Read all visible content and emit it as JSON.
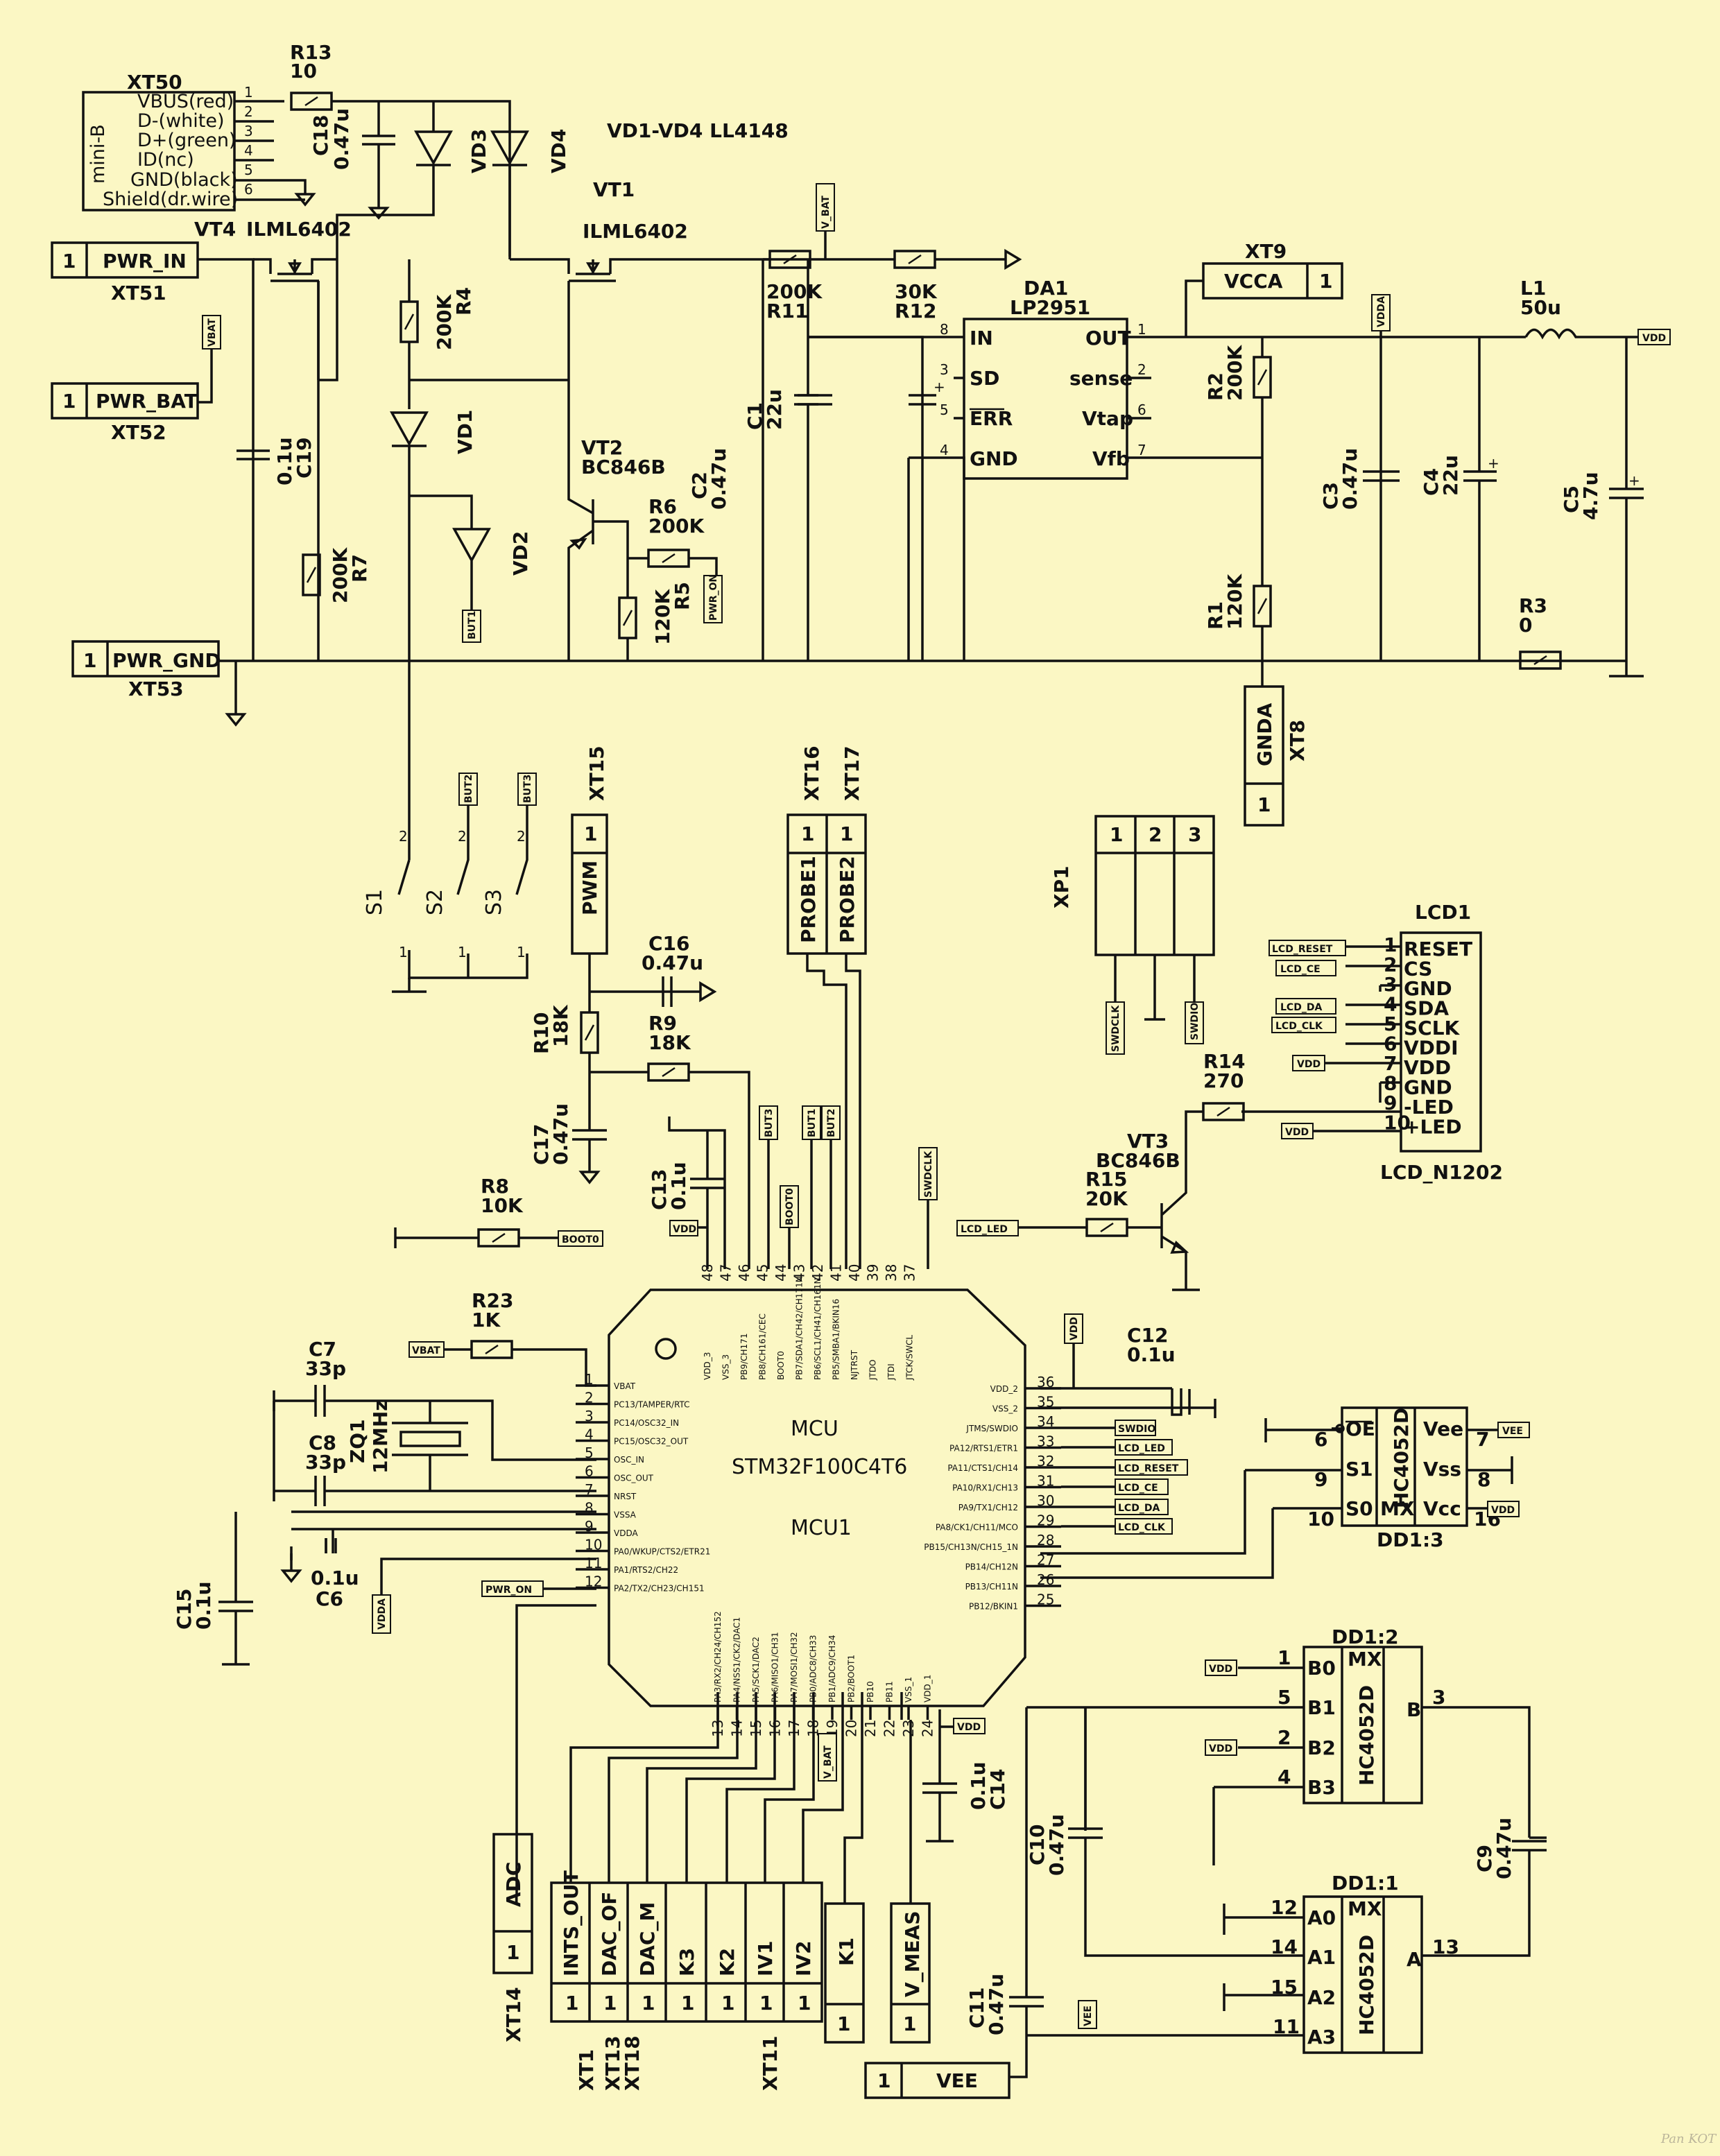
{
  "connectors": {
    "xt50": {
      "ref": "XT50",
      "type": "mini-B",
      "pins": [
        "VBUS(red)",
        "D-(white)",
        "D+(green)",
        "ID(nc)",
        "GND(black)",
        "Shield(dr.wire)"
      ],
      "nums": [
        "1",
        "2",
        "3",
        "4",
        "5",
        "6"
      ]
    },
    "xt51": {
      "ref": "XT51",
      "pin": "1",
      "label": "PWR_IN"
    },
    "xt52": {
      "ref": "XT52",
      "pin": "1",
      "label": "PWR_BAT"
    },
    "xt53": {
      "ref": "XT53",
      "pin": "1",
      "label": "PWR_GND"
    },
    "xt9": {
      "ref": "XT9",
      "pin": "1",
      "label": "VCCA"
    },
    "xt8": {
      "ref": "XT8",
      "pin": "1",
      "label": "GNDA"
    },
    "xt15": {
      "ref": "XT15",
      "pin": "1",
      "label": "PWM"
    },
    "xt16": {
      "ref": "XT16",
      "pin": "1",
      "label": "PROBE1"
    },
    "xt17": {
      "ref": "XT17",
      "pin": "1",
      "label": "PROBE2"
    },
    "xp1": {
      "ref": "XP1",
      "pins": [
        "1",
        "2",
        "3"
      ]
    },
    "xt14": {
      "ref": "XT14",
      "pin": "1",
      "label": "ADC"
    },
    "bottom": {
      "labels": [
        "INTS_OUT",
        "DAC_OF",
        "DAC_M",
        "K3",
        "K2",
        "IV1",
        "IV2"
      ],
      "pin": "1",
      "k1": "K1",
      "vmeas": "V_MEAS",
      "vee": "VEE",
      "refs_a": "XT1",
      "refs_b": "XT13",
      "refs_c": "XT18",
      "refs_d": "XT11"
    }
  },
  "note": "VD1-VD4 LL4148",
  "components": {
    "r13": {
      "ref": "R13",
      "val": "10"
    },
    "c18": {
      "ref": "C18",
      "val": "0.47u"
    },
    "vd3": {
      "ref": "VD3"
    },
    "vd4": {
      "ref": "VD4"
    },
    "vt1": {
      "ref": "VT1",
      "val": "ILML6402"
    },
    "vt4": {
      "ref": "VT4",
      "val": "ILML6402"
    },
    "r11": {
      "ref": "R11",
      "val": "200K"
    },
    "r12": {
      "ref": "R12",
      "val": "30K"
    },
    "r4": {
      "ref": "R4",
      "val": "200K"
    },
    "vd1": {
      "ref": "VD1"
    },
    "vd2": {
      "ref": "VD2"
    },
    "vt2": {
      "ref": "VT2",
      "val": "BC846B"
    },
    "r6": {
      "ref": "R6",
      "val": "200K"
    },
    "r5": {
      "ref": "R5",
      "val": "120K"
    },
    "r7": {
      "ref": "R7",
      "val": "200K"
    },
    "c19": {
      "ref": "C19",
      "val": "0.1u"
    },
    "c1": {
      "ref": "C1",
      "val": "22u"
    },
    "c2": {
      "ref": "C2",
      "val": "0.47u"
    },
    "da1": {
      "ref": "DA1",
      "val": "LP2951",
      "pins_l": [
        [
          "8",
          "IN"
        ],
        [
          "3",
          "SD"
        ],
        [
          "5",
          "ERR"
        ],
        [
          "4",
          "GND"
        ]
      ],
      "pins_r": [
        [
          "1",
          "OUT"
        ],
        [
          "2",
          "sense"
        ],
        [
          "6",
          "Vtap"
        ],
        [
          "7",
          "Vfb"
        ]
      ]
    },
    "r2": {
      "ref": "R2",
      "val": "200K"
    },
    "r1": {
      "ref": "R1",
      "val": "120K"
    },
    "c3": {
      "ref": "C3",
      "val": "0.47u"
    },
    "c4": {
      "ref": "C4",
      "val": "22u"
    },
    "l1": {
      "ref": "L1",
      "val": "50u"
    },
    "c5": {
      "ref": "C5",
      "val": "4.7u"
    },
    "r3": {
      "ref": "R3",
      "val": "0"
    },
    "s": {
      "s1": "S1",
      "s2": "S2",
      "s3": "S3"
    },
    "c16": {
      "ref": "C16",
      "val": "0.47u"
    },
    "r10": {
      "ref": "R10",
      "val": "18K"
    },
    "r9": {
      "ref": "R9",
      "val": "18K"
    },
    "c17": {
      "ref": "C17",
      "val": "0.47u"
    },
    "c13": {
      "ref": "C13",
      "val": "0.1u"
    },
    "r8": {
      "ref": "R8",
      "val": "10K"
    },
    "r23": {
      "ref": "R23",
      "val": "1K"
    },
    "c7": {
      "ref": "C7",
      "val": "33p"
    },
    "c8": {
      "ref": "C8",
      "val": "33p"
    },
    "zq1": {
      "ref": "ZQ1",
      "val": "12MHz"
    },
    "c6": {
      "ref": "C6",
      "val": "0.1u"
    },
    "c15": {
      "ref": "C15",
      "val": "0.1u"
    },
    "c12": {
      "ref": "C12",
      "val": "0.1u"
    },
    "c14": {
      "ref": "C14",
      "val": "0.1u"
    },
    "c10": {
      "ref": "C10",
      "val": "0.47u"
    },
    "c9": {
      "ref": "C9",
      "val": "0.47u"
    },
    "c11": {
      "ref": "C11",
      "val": "0.47u"
    },
    "r14": {
      "ref": "R14",
      "val": "270"
    },
    "r15": {
      "ref": "R15",
      "val": "20K"
    },
    "vt3": {
      "ref": "VT3",
      "val": "BC846B"
    }
  },
  "lcd": {
    "ref": "LCD1",
    "part": "LCD_N1202",
    "pins": [
      [
        "1",
        "RESET"
      ],
      [
        "2",
        "CS"
      ],
      [
        "3",
        "GND"
      ],
      [
        "4",
        "SDA"
      ],
      [
        "5",
        "SCLK"
      ],
      [
        "6",
        "VDDI"
      ],
      [
        "7",
        "VDD"
      ],
      [
        "8",
        "GND"
      ],
      [
        "9",
        "-LED"
      ],
      [
        "10",
        "+LED"
      ]
    ]
  },
  "mcu": {
    "ref": "MCU1",
    "type": "MCU",
    "part": "STM32F100C4T6",
    "left": [
      [
        "1",
        "VBAT"
      ],
      [
        "2",
        "PC13/TAMPER/RTC"
      ],
      [
        "3",
        "PC14/OSC32_IN"
      ],
      [
        "4",
        "PC15/OSC32_OUT"
      ],
      [
        "5",
        "OSC_IN"
      ],
      [
        "6",
        "OSC_OUT"
      ],
      [
        "7",
        "NRST"
      ],
      [
        "8",
        "VSSA"
      ],
      [
        "9",
        "VDDA"
      ],
      [
        "10",
        "PA0/WKUP/CTS2/ETR21"
      ],
      [
        "11",
        "PA1/RTS2/CH22"
      ],
      [
        "12",
        "PA2/TX2/CH23/CH151"
      ]
    ],
    "right": [
      [
        "36",
        "VDD_2"
      ],
      [
        "35",
        "VSS_2"
      ],
      [
        "34",
        "JTMS/SWDIO"
      ],
      [
        "33",
        "PA12/RTS1/ETR1"
      ],
      [
        "32",
        "PA11/CTS1/CH14"
      ],
      [
        "31",
        "PA10/RX1/CH13"
      ],
      [
        "30",
        "PA9/TX1/CH12"
      ],
      [
        "29",
        "PA8/CK1/CH11/MCO"
      ],
      [
        "28",
        "PB15/CH13N/CH15_1N"
      ],
      [
        "27",
        "PB14/CH12N"
      ],
      [
        "26",
        "PB13/CH11N"
      ],
      [
        "25",
        "PB12/BKIN1"
      ]
    ],
    "top": [
      [
        "48",
        "VDD_3"
      ],
      [
        "47",
        "VSS_3"
      ],
      [
        "46",
        "PB9/CH171"
      ],
      [
        "45",
        "PB8/CH161/CEC"
      ],
      [
        "44",
        "BOOT0"
      ],
      [
        "43",
        "PB7/SDA1/CH42/CH171N"
      ],
      [
        "42",
        "PB6/SCL1/CH41/CH161N"
      ],
      [
        "41",
        "PB5/SMBA1/BKIN16"
      ],
      [
        "40",
        "NJTRST"
      ],
      [
        "39",
        "JTDO"
      ],
      [
        "38",
        "JTDI"
      ],
      [
        "37",
        "JTCK/SWCL"
      ]
    ],
    "bottom": [
      [
        "13",
        "PA3/RX2/CH24/CH152"
      ],
      [
        "14",
        "PA4/NSS1/CK2/DAC1"
      ],
      [
        "15",
        "PA5/SCK1/DAC2"
      ],
      [
        "16",
        "PA6/MISO1/CH31"
      ],
      [
        "17",
        "PA7/MOSI1/CH32"
      ],
      [
        "18",
        "PB0/ADC8/CH33"
      ],
      [
        "19",
        "PB1/ADC9/CH34"
      ],
      [
        "20",
        "PB2/BOOT1"
      ],
      [
        "21",
        "PB10"
      ],
      [
        "22",
        "PB11"
      ],
      [
        "23",
        "VSS_1"
      ],
      [
        "24",
        "VDD_1"
      ]
    ]
  },
  "dd13": {
    "ref": "DD1:3",
    "part": "HC4052D",
    "pins": [
      [
        "6",
        "OE"
      ],
      [
        "9",
        "S1"
      ],
      [
        "10",
        "S0"
      ]
    ],
    "rpins": [
      [
        "7",
        "Vee"
      ],
      [
        "8",
        "Vss"
      ],
      [
        "16",
        "Vcc"
      ]
    ],
    "mx": "MX"
  },
  "dd12": {
    "ref": "DD1:2",
    "part": "HC4052D",
    "pins": [
      [
        "1",
        "B0"
      ],
      [
        "5",
        "B1"
      ],
      [
        "2",
        "B2"
      ],
      [
        "4",
        "B3"
      ]
    ],
    "mx": "MX",
    "out": [
      "3",
      "B"
    ]
  },
  "dd11": {
    "ref": "DD1:1",
    "part": "HC4052D",
    "pins": [
      [
        "12",
        "A0"
      ],
      [
        "14",
        "A1"
      ],
      [
        "15",
        "A2"
      ],
      [
        "11",
        "A3"
      ]
    ],
    "mx": "MX",
    "out": [
      "13",
      "A"
    ]
  },
  "netlabels": {
    "vbat": "VBAT",
    "vdd": "VDD",
    "vdda": "VDDA",
    "vee": "VEE",
    "but1": "BUT1",
    "but2": "BUT2",
    "but3": "BUT3",
    "pwr_on": "PWR_ON",
    "boot0": "BOOT0",
    "swdclk": "SWDCLK",
    "swdio": "SWDIO",
    "lcd_reset": "LCD_RESET",
    "lcd_ce": "LCD_CE",
    "lcd_da": "LCD_DA",
    "lcd_clk": "LCD_CLK",
    "lcd_led": "LCD_LED",
    "v_bat": "V_BAT"
  },
  "watermark": "Pan KOT"
}
